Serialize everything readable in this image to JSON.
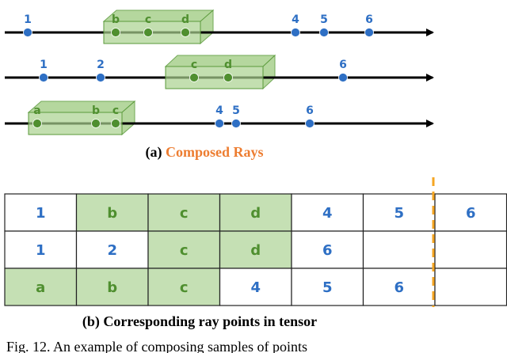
{
  "colors": {
    "blue": "#2e6fc4",
    "green": "#4f8f2f",
    "box_fill": "#a9d18e",
    "box_stroke": "#5a9a3a",
    "cell_green": "#c5e0b4",
    "arrow": "#000000",
    "accent_orange": "#ed7d31",
    "dash_orange": "#f5a623"
  },
  "rays": [
    {
      "points": [
        {
          "label": "1",
          "kind": "blue"
        },
        {
          "label": "b",
          "kind": "green"
        },
        {
          "label": "c",
          "kind": "green"
        },
        {
          "label": "d",
          "kind": "green"
        },
        {
          "label": "4",
          "kind": "blue"
        },
        {
          "label": "5",
          "kind": "blue"
        },
        {
          "label": "6",
          "kind": "blue"
        }
      ]
    },
    {
      "points": [
        {
          "label": "1",
          "kind": "blue"
        },
        {
          "label": "2",
          "kind": "blue"
        },
        {
          "label": "c",
          "kind": "green"
        },
        {
          "label": "d",
          "kind": "green"
        },
        {
          "label": "6",
          "kind": "blue"
        }
      ]
    },
    {
      "points": [
        {
          "label": "a",
          "kind": "green"
        },
        {
          "label": "b",
          "kind": "green"
        },
        {
          "label": "c",
          "kind": "green"
        },
        {
          "label": "4",
          "kind": "blue"
        },
        {
          "label": "5",
          "kind": "blue"
        },
        {
          "label": "6",
          "kind": "blue"
        }
      ]
    }
  ],
  "caption_a": {
    "prefix": "(a) ",
    "highlight": "Composed Rays"
  },
  "table": {
    "rows": [
      [
        {
          "text": "1",
          "green": false
        },
        {
          "text": "b",
          "green": true
        },
        {
          "text": "c",
          "green": true
        },
        {
          "text": "d",
          "green": true
        },
        {
          "text": "4",
          "green": false
        },
        {
          "text": "5",
          "green": false
        },
        {
          "text": "6",
          "green": false
        }
      ],
      [
        {
          "text": "1",
          "green": false
        },
        {
          "text": "2",
          "green": false
        },
        {
          "text": "c",
          "green": true
        },
        {
          "text": "d",
          "green": true
        },
        {
          "text": "6",
          "green": false
        },
        {
          "text": "",
          "green": false
        },
        {
          "text": "",
          "green": false
        }
      ],
      [
        {
          "text": "a",
          "green": true
        },
        {
          "text": "b",
          "green": true
        },
        {
          "text": "c",
          "green": true
        },
        {
          "text": "4",
          "green": false
        },
        {
          "text": "5",
          "green": false
        },
        {
          "text": "6",
          "green": false
        },
        {
          "text": "",
          "green": false
        }
      ]
    ]
  },
  "caption_b": "(b) Corresponding ray points in tensor",
  "figure_caption": "Fig. 12. An example of composing samples of points"
}
